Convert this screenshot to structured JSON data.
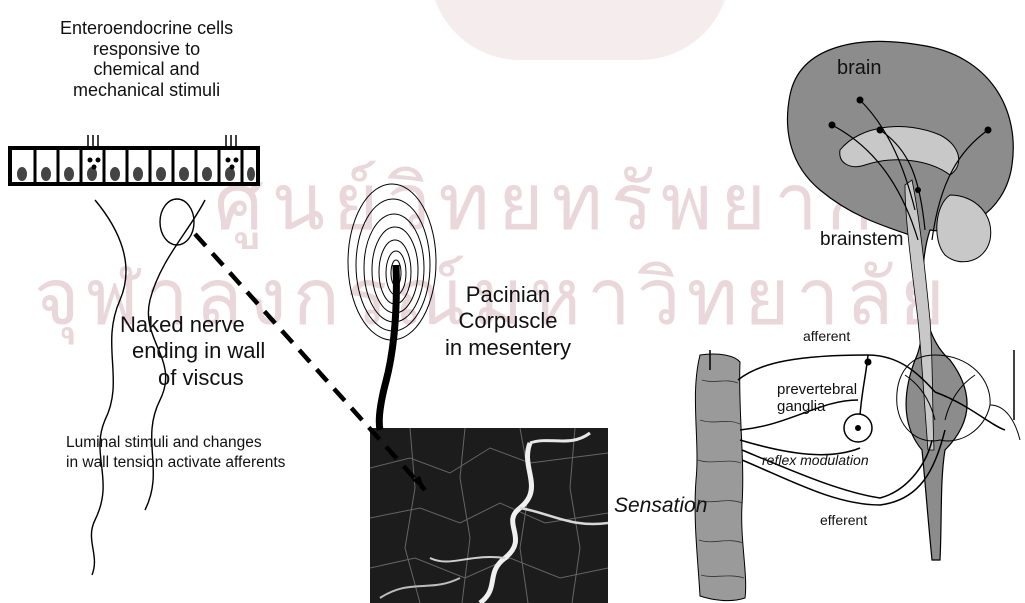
{
  "labels": {
    "enteroendocrine": [
      "Enteroendocrine cells",
      "responsive to",
      "chemical and",
      "mechanical stimuli"
    ],
    "naked_nerve": [
      "Naked nerve",
      "ending in wall",
      "of viscus"
    ],
    "pacinian": [
      "Pacinian",
      "Corpuscle",
      "in mesentery"
    ],
    "luminal": [
      "Luminal stimuli and changes",
      "in wall tension activate afferents"
    ],
    "brain": "brain",
    "brainstem": "brainstem",
    "afferent": "afferent",
    "prevertebral": [
      "prevertebral",
      "ganglia"
    ],
    "reflex": "reflex modulation",
    "sensation": "Sensation",
    "efferent": "efferent"
  },
  "watermark": [
    "ศูนย์วิทยทรัพยากร",
    "จุฬาลงกรณ์มหาวิทยาลัย"
  ],
  "colors": {
    "brain_fill": "#8c8c8c",
    "brain_inner": "#c8c8c8",
    "gut_fill": "#9a9a9a",
    "watermark": "#7a1024"
  }
}
